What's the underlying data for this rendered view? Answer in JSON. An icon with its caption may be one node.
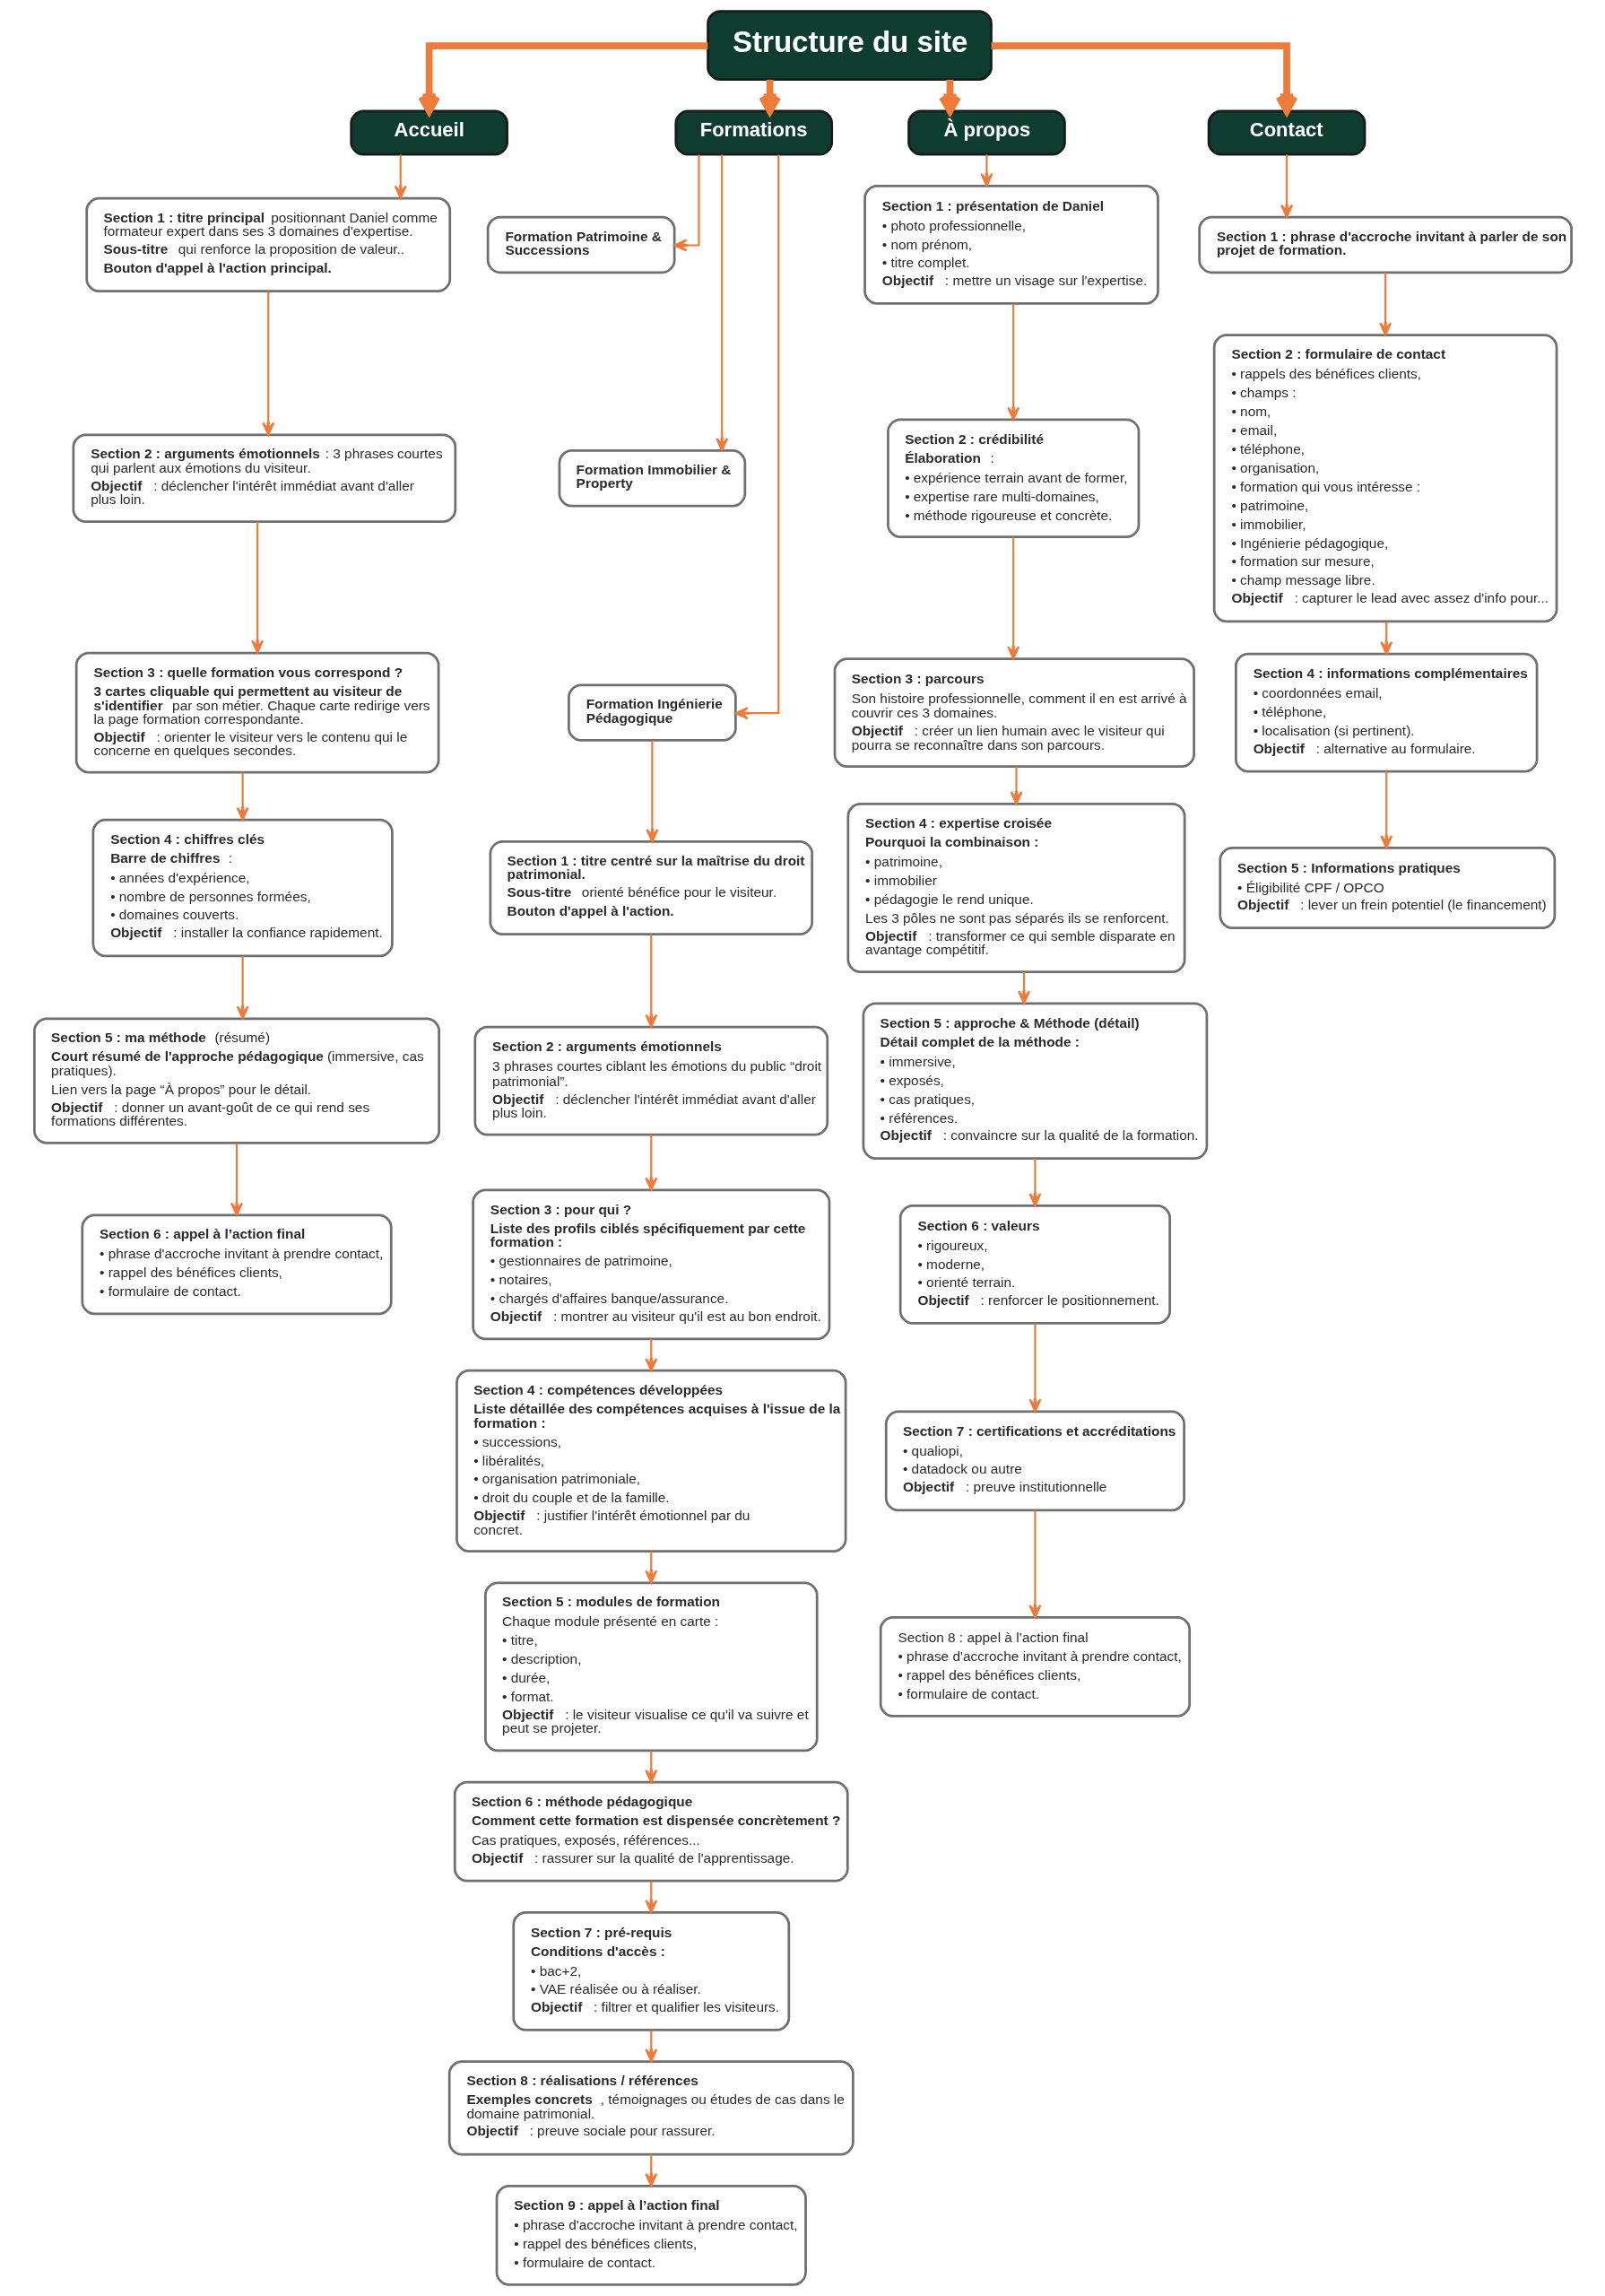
{
  "diagram": {
    "nodes": [
      {
        "text": [
          "Structure du site"
        ]
      },
      {
        "text": [
          "Accueil"
        ]
      },
      {
        "text": [
          "Formations"
        ]
      },
      {
        "text": [
          "À propos"
        ]
      },
      {
        "text": [
          "Contact"
        ]
      },
      {
        "text": [
          "**Formation Patrimoine & Successions**"
        ]
      },
      {
        "text": [
          "**Formation Immobilier & Property**"
        ]
      },
      {
        "text": [
          "**Formation Ingénierie Pédagogique**"
        ]
      },
      {
        "text": [
          "**Section 1 : titre principal** positionnant Daniel comme formateur expert dans ses 3 domaines d'expertise.",
          "**Sous-titre** qui renforce la proposition de valeur..",
          "**Bouton d'appel à l'action principal.**"
        ]
      },
      {
        "text": [
          "**Section 2 : arguments émotionnels** : 3 phrases courtes qui parlent aux émotions du visiteur.",
          "**Objectif** : déclencher l'intérêt immédiat avant d'aller plus loin."
        ]
      },
      {
        "text": [
          "**Section 3 : quelle formation vous correspond ?**",
          "**3 cartes cliquable qui permettent au visiteur de s'identifier** par son métier. Chaque carte redirige vers la page formation correspondante.",
          "**Objectif** : orienter le visiteur vers le contenu qui le concerne en quelques secondes."
        ]
      },
      {
        "text": [
          "**Section 4 : chiffres clés**",
          "**Barre de chiffres** :",
          "• années d'expérience,",
          "• nombre de personnes formées,",
          "• domaines couverts.",
          "**Objectif** : installer la confiance rapidement."
        ]
      },
      {
        "text": [
          "**Section 5 : ma méthode** (résumé)",
          "**Court résumé de l'approche pédagogique** (immersive, cas pratiques).",
          "Lien vers la page “À propos” pour le détail.",
          "**Objectif** : donner un avant-goût de ce qui rend ses formations différentes."
        ]
      },
      {
        "text": [
          "**Section 6 : appel à l’action final**",
          "• phrase d'accroche invitant à prendre contact,",
          "• rappel des bénéfices clients,",
          "• formulaire de contact."
        ]
      },
      {
        "text": [
          "**Section 1 : titre centré sur la maîtrise du droit patrimonial.**",
          "**Sous-titre** orienté bénéfice pour le visiteur.",
          "**Bouton d'appel à l'action.**"
        ]
      },
      {
        "text": [
          "**Section 2 : arguments émotionnels**",
          "3 phrases courtes ciblant les émotions du public “droit patrimonial”.",
          "**Objectif** : déclencher l'intérêt immédiat avant d'aller plus loin."
        ]
      },
      {
        "text": [
          "**Section 3 : pour qui ?**",
          "**Liste des profils ciblés spécifiquement par cette formation :**",
          "• gestionnaires de patrimoine,",
          "• notaires,",
          "• chargés d'affaires banque/assurance.",
          "**Objectif** : montrer au visiteur qu'il est au bon endroit."
        ]
      },
      {
        "text": [
          "**Section 4 : compétences développées**",
          "**Liste détaillée des compétences acquises à l'issue de la formation :**",
          "• successions,",
          "• libéralités,",
          "• organisation patrimoniale,",
          "• droit du couple et de la famille.",
          "**Objectif** : justifier l'intérêt émotionnel par du concret."
        ]
      },
      {
        "text": [
          "**Section 5 : modules de formation**",
          "Chaque module présenté en carte :",
          "• titre,",
          "• description,",
          "• durée,",
          "• format.",
          "**Objectif** : le visiteur visualise ce qu'il va suivre et peut se projeter."
        ]
      },
      {
        "text": [
          "**Section 6 : méthode pédagogique**",
          "**Comment cette formation est dispensée concrètement ?**",
          "Cas pratiques, exposés, références...",
          "**Objectif** : rassurer sur la qualité de l'apprentissage."
        ]
      },
      {
        "text": [
          "**Section 7 : pré-requis**",
          "**Conditions d'accès :**",
          "• bac+2,",
          "• VAE réalisée ou à réaliser.",
          "**Objectif** : filtrer et qualifier les visiteurs."
        ]
      },
      {
        "text": [
          "**Section 8 : réalisations / références**",
          "**Exemples concrets**, témoignages ou études de cas dans le domaine patrimonial.",
          "**Objectif** : preuve sociale pour rassurer."
        ]
      },
      {
        "text": [
          "**Section 9 : appel à l’action final**",
          "• phrase d'accroche invitant à prendre contact,",
          "• rappel des bénéfices clients,",
          "• formulaire de contact."
        ]
      },
      {
        "text": [
          "**Section 1 : présentation de Daniel**",
          "• photo professionnelle,",
          "• nom prénom,",
          "• titre complet.",
          "**Objectif** : mettre un visage sur l'expertise."
        ]
      },
      {
        "text": [
          "**Section 2 : crédibilité**",
          "**Élaboration** :",
          "• expérience terrain avant de former,",
          "• expertise rare multi-domaines,",
          "• méthode rigoureuse et concrète."
        ]
      },
      {
        "text": [
          "**Section 3 : parcours**",
          "Son histoire professionnelle, comment il en est arrivé à couvrir ces 3 domaines.",
          "**Objectif** : créer un lien humain avec le visiteur qui pourra se reconnaître dans son parcours."
        ]
      },
      {
        "text": [
          "**Section 4 : expertise croisée**",
          "**Pourquoi la combinaison :**",
          "• patrimoine,",
          "• immobilier",
          "• pédagogie le rend unique.",
          "Les 3 pôles ne sont pas séparés ils se renforcent.",
          "**Objectif** : transformer ce qui semble disparate en avantage compétitif."
        ]
      },
      {
        "text": [
          "**Section 5 : approche & Méthode (détail)**",
          "**Détail complet de la méthode :**",
          "• immersive,",
          "• exposés,",
          "• cas pratiques,",
          "• références.",
          "**Objectif** : convaincre sur la qualité de la formation."
        ]
      },
      {
        "text": [
          "**Section 6 : valeurs**",
          "• rigoureux,",
          "• moderne,",
          "• orienté terrain.",
          "**Objectif** : renforcer le positionnement."
        ]
      },
      {
        "text": [
          "**Section 7 : certifications et accréditations**",
          "• qualiopi,",
          "• datadock ou autre",
          "**Objectif** : preuve institutionnelle"
        ]
      },
      {
        "text": [
          "Section 8 : appel à l’action final",
          "• phrase d'accroche invitant à prendre contact,",
          "• rappel des bénéfices clients,",
          "• formulaire de contact."
        ]
      },
      {
        "text": [
          "**Section 1 : phrase d'accroche invitant à parler de son projet de formation.**"
        ]
      },
      {
        "text": [
          "**Section 2 : formulaire de contact**",
          "• rappels des bénéfices clients,",
          "• champs :",
          "• nom,",
          "• email,",
          "• téléphone,",
          "• organisation,",
          "• formation qui vous intéresse :",
          "• patrimoine,",
          "• immobilier,",
          "• Ingénierie pédagogique,",
          "• formation sur mesure,",
          "• champ message libre.",
          "**Objectif** : capturer le lead avec assez d'info pour..."
        ]
      },
      {
        "text": [
          "**Section 4 : informations complémentaires**",
          "• coordonnées email,",
          "• téléphone,",
          "• localisation (si pertinent).",
          "**Objectif** : alternative au formulaire."
        ]
      },
      {
        "text": [
          "**Section 5 : Informations pratiques**",
          "• Éligibilité CPF / OPCO",
          "**Objectif** : lever un frein potentiel (le financement)"
        ]
      }
    ],
    "edges": [
      {
        "from": 0,
        "to": 1,
        "arrow": "to",
        "style": "thick"
      },
      {
        "from": 0,
        "to": 2,
        "arrow": "to",
        "style": "thick"
      },
      {
        "from": 0,
        "to": 3,
        "arrow": "to",
        "style": "thick"
      },
      {
        "from": 0,
        "to": 4,
        "arrow": "to",
        "style": "thick"
      },
      {
        "from": 1,
        "to": 8,
        "arrow": "to"
      },
      {
        "from": 8,
        "to": 9,
        "arrow": "to"
      },
      {
        "from": 9,
        "to": 10,
        "arrow": "to"
      },
      {
        "from": 10,
        "to": 11,
        "arrow": "to"
      },
      {
        "from": 11,
        "to": 12,
        "arrow": "to"
      },
      {
        "from": 12,
        "to": 13,
        "arrow": "to"
      },
      {
        "from": 2,
        "to": 5,
        "arrow": "to"
      },
      {
        "from": 2,
        "to": 6,
        "arrow": "to"
      },
      {
        "from": 2,
        "to": 7,
        "arrow": "to"
      },
      {
        "from": 7,
        "to": 14,
        "arrow": "to"
      },
      {
        "from": 14,
        "to": 15,
        "arrow": "to"
      },
      {
        "from": 15,
        "to": 16,
        "arrow": "to"
      },
      {
        "from": 16,
        "to": 17,
        "arrow": "to"
      },
      {
        "from": 17,
        "to": 18,
        "arrow": "to"
      },
      {
        "from": 18,
        "to": 19,
        "arrow": "to"
      },
      {
        "from": 19,
        "to": 20,
        "arrow": "to"
      },
      {
        "from": 20,
        "to": 21,
        "arrow": "to"
      },
      {
        "from": 21,
        "to": 22,
        "arrow": "to"
      },
      {
        "from": 3,
        "to": 23,
        "arrow": "to"
      },
      {
        "from": 23,
        "to": 24,
        "arrow": "to"
      },
      {
        "from": 24,
        "to": 25,
        "arrow": "to"
      },
      {
        "from": 25,
        "to": 26,
        "arrow": "to"
      },
      {
        "from": 26,
        "to": 27,
        "arrow": "to"
      },
      {
        "from": 27,
        "to": 28,
        "arrow": "to"
      },
      {
        "from": 28,
        "to": 29,
        "arrow": "to"
      },
      {
        "from": 29,
        "to": 30,
        "arrow": "to"
      },
      {
        "from": 4,
        "to": 31,
        "arrow": "to"
      },
      {
        "from": 31,
        "to": 32,
        "arrow": "to"
      },
      {
        "from": 32,
        "to": 33,
        "arrow": "to"
      },
      {
        "from": 33,
        "to": 34,
        "arrow": "to"
      }
    ]
  }
}
